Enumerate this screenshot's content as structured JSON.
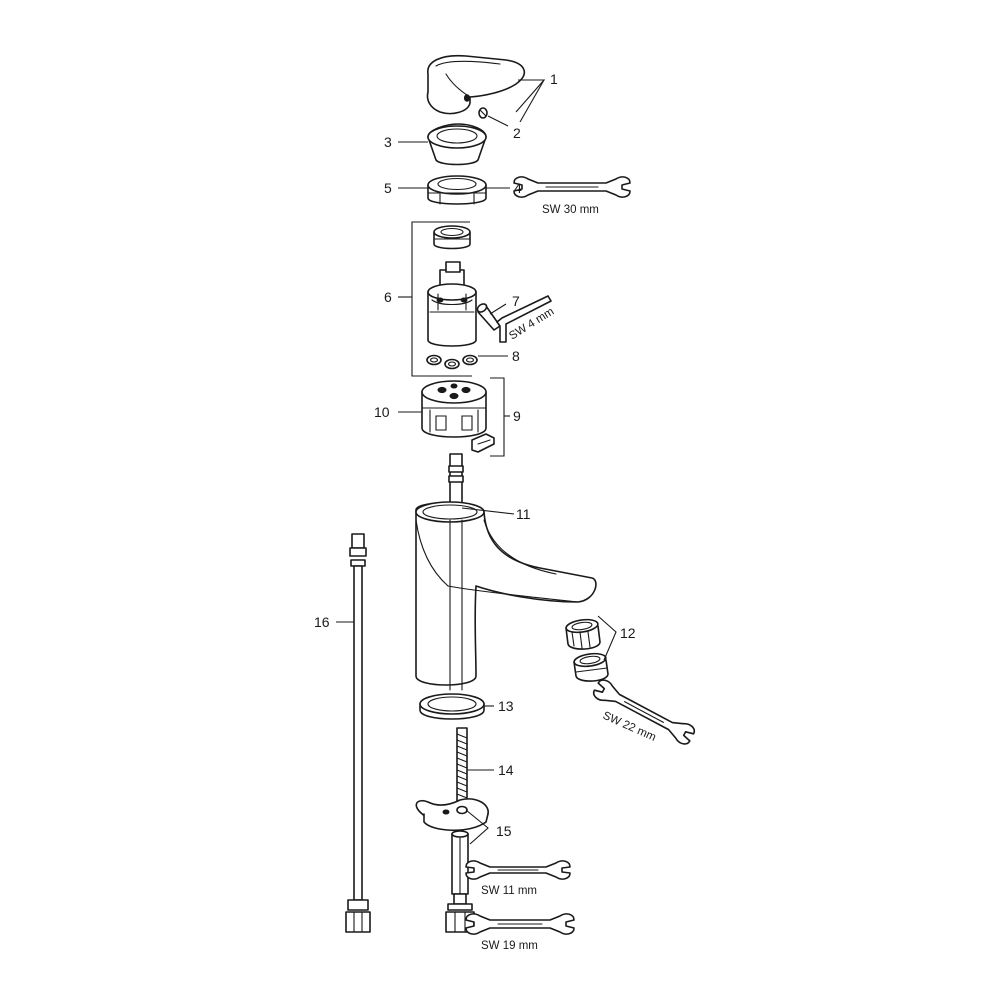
{
  "diagram": {
    "part_labels": {
      "p1": "1",
      "p2": "2",
      "p3": "3",
      "p4": "4",
      "p5": "5",
      "p6": "6",
      "p7": "7",
      "p8": "8",
      "p9": "9",
      "p10": "10",
      "p11": "11",
      "p12": "12",
      "p13": "13",
      "p14": "14",
      "p15": "15",
      "p16": "16"
    },
    "tool_labels": {
      "sw30": "SW 30 mm",
      "sw4": "SW 4 mm",
      "sw22": "SW 22 mm",
      "sw11": "SW 11 mm",
      "sw19": "SW 19 mm"
    },
    "colors": {
      "ink": "#1a1a1a",
      "paper": "#ffffff"
    }
  }
}
